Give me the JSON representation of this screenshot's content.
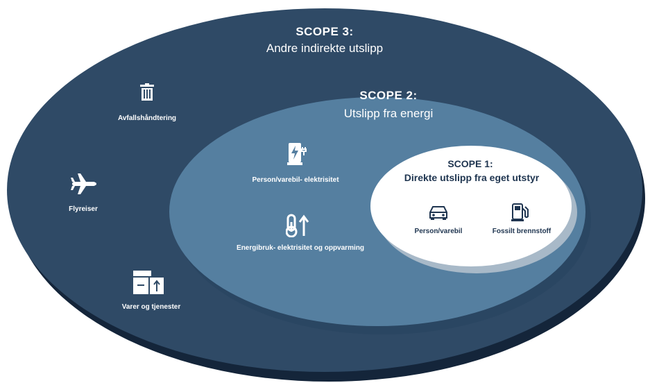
{
  "scope3": {
    "title": "SCOPE 3:",
    "subtitle": "Andre indirekte utslipp",
    "items": [
      {
        "label": "Avfallshåndtering",
        "icon": "trash-icon"
      },
      {
        "label": "Flyreiser",
        "icon": "airplane-icon"
      },
      {
        "label": "Varer og tjenester",
        "icon": "boxes-icon"
      }
    ]
  },
  "scope2": {
    "title": "SCOPE 2:",
    "subtitle": "Utslipp fra energi",
    "items": [
      {
        "label": "Person/varebil- elektrisitet",
        "icon": "ev-charger-icon"
      },
      {
        "label": "Energibruk- elektrisitet og oppvarming",
        "icon": "thermometer-icon"
      }
    ]
  },
  "scope1": {
    "title": "SCOPE 1:",
    "subtitle": "Direkte utslipp fra eget utstyr",
    "items": [
      {
        "label": "Person/varebil",
        "icon": "car-icon"
      },
      {
        "label": "Fossilt brennstoff",
        "icon": "fuel-pump-icon"
      }
    ]
  },
  "colors": {
    "scope3": "#2f4a66",
    "scope2": "#557fa0",
    "scope1": "#ffffff",
    "text_dark": "#1f3550"
  }
}
